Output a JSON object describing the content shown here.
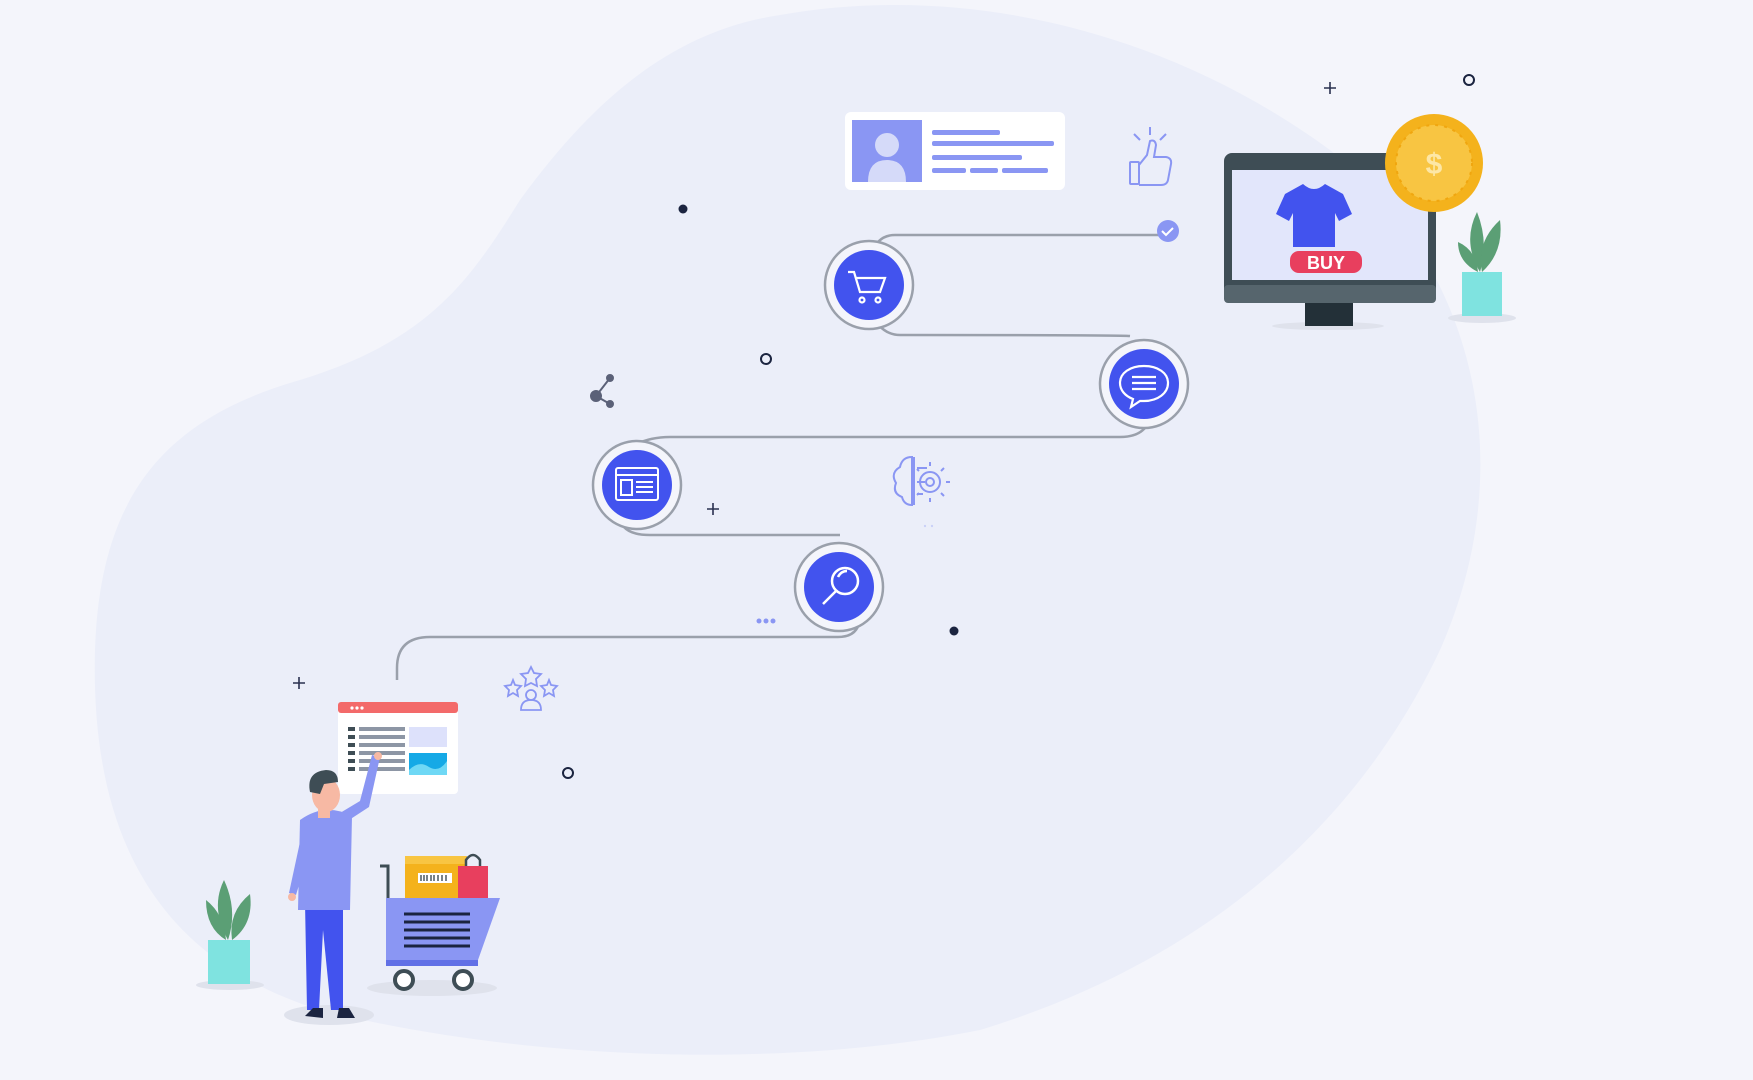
{
  "labels": {
    "buy_button": "BUY",
    "coin_symbol": "$"
  },
  "colors": {
    "background": "#f4f5fb",
    "blob": "#ebeef9",
    "primary_blue": "#4253ee",
    "light_blue": "#8a96f3",
    "path_gray": "#9aa0ab",
    "buy_red": "#e83f5e",
    "coin_gold": "#f4b21c",
    "plant_green": "#5b9f75",
    "pot_cyan": "#7fe3e0",
    "monitor_dark": "#3e4d55"
  },
  "journey_steps": [
    {
      "name": "search",
      "icon": "magnifier-icon"
    },
    {
      "name": "browse",
      "icon": "web-page-icon"
    },
    {
      "name": "chat",
      "icon": "chat-bubble-icon"
    },
    {
      "name": "cart",
      "icon": "shopping-cart-icon"
    }
  ],
  "decorations": [
    "thumbs-up-icon",
    "brain-gear-icon",
    "share-icon",
    "rating-stars-icon",
    "profile-card-icon",
    "check-icon"
  ]
}
